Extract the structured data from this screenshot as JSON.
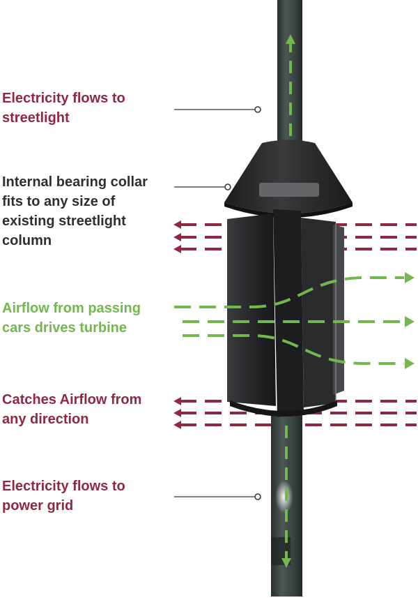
{
  "labels": {
    "electricity_streetlight": "Electricity flows to\nstreetlight",
    "bearing_collar": "Internal bearing collar\nfits to any size of\nexisting streetlight\ncolumn",
    "airflow_cars": "Airflow from passing\ncars drives turbine",
    "catches_airflow": "Catches Airflow from\nany direction",
    "electricity_grid": "Electricity flows to\npower grid"
  },
  "colors": {
    "maroon": "#8e2941",
    "green": "#72b84e",
    "dark": "#2f2f2f",
    "pole": "#3f4a48",
    "turbine": "#2b2c2e",
    "leader": "#333333"
  },
  "icons": {
    "airflow_in": "dashed-arrow-left-icon",
    "airflow_out": "dashed-arrow-right-icon",
    "current": "dashed-arrow-vertical-icon"
  }
}
